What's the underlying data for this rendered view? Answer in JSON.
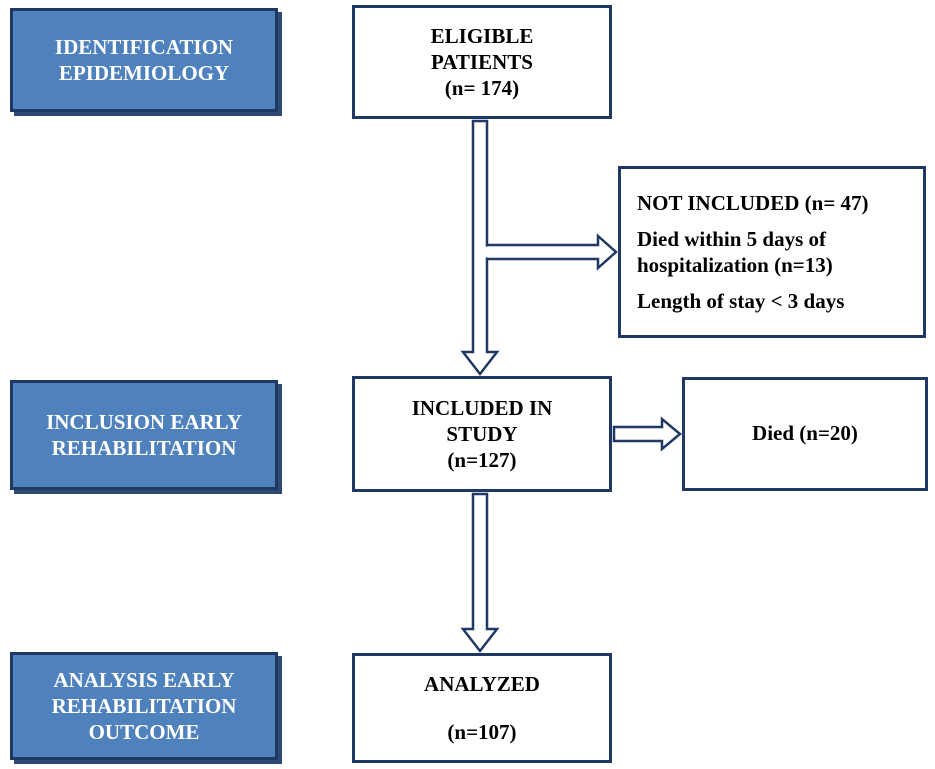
{
  "phases": [
    {
      "lines": [
        "IDENTIFICATION",
        "EPIDEMIOLOGY"
      ]
    },
    {
      "lines": [
        "INCLUSION EARLY",
        "REHABILITATION"
      ]
    },
    {
      "lines": [
        "ANALYSIS EARLY",
        "REHABILITATION",
        "OUTCOME"
      ]
    }
  ],
  "steps": {
    "eligible": {
      "lines": [
        "ELIGIBLE",
        "PATIENTS",
        "(n= 174)"
      ]
    },
    "included": {
      "lines": [
        "INCLUDED IN",
        "STUDY",
        "(n=127)"
      ]
    },
    "analyzed": {
      "lines": [
        "ANALYZED",
        "(n=107)"
      ]
    }
  },
  "exclusions": {
    "not_included": {
      "lines": [
        "NOT INCLUDED (n= 47)",
        "Died within 5 days of",
        "hospitalization (n=13)",
        "Length of stay < 3 days"
      ]
    },
    "died": {
      "lines": [
        "Died (n=20)"
      ]
    }
  },
  "colors": {
    "phase_fill": "#4f81bd",
    "border": "#1f3864"
  }
}
